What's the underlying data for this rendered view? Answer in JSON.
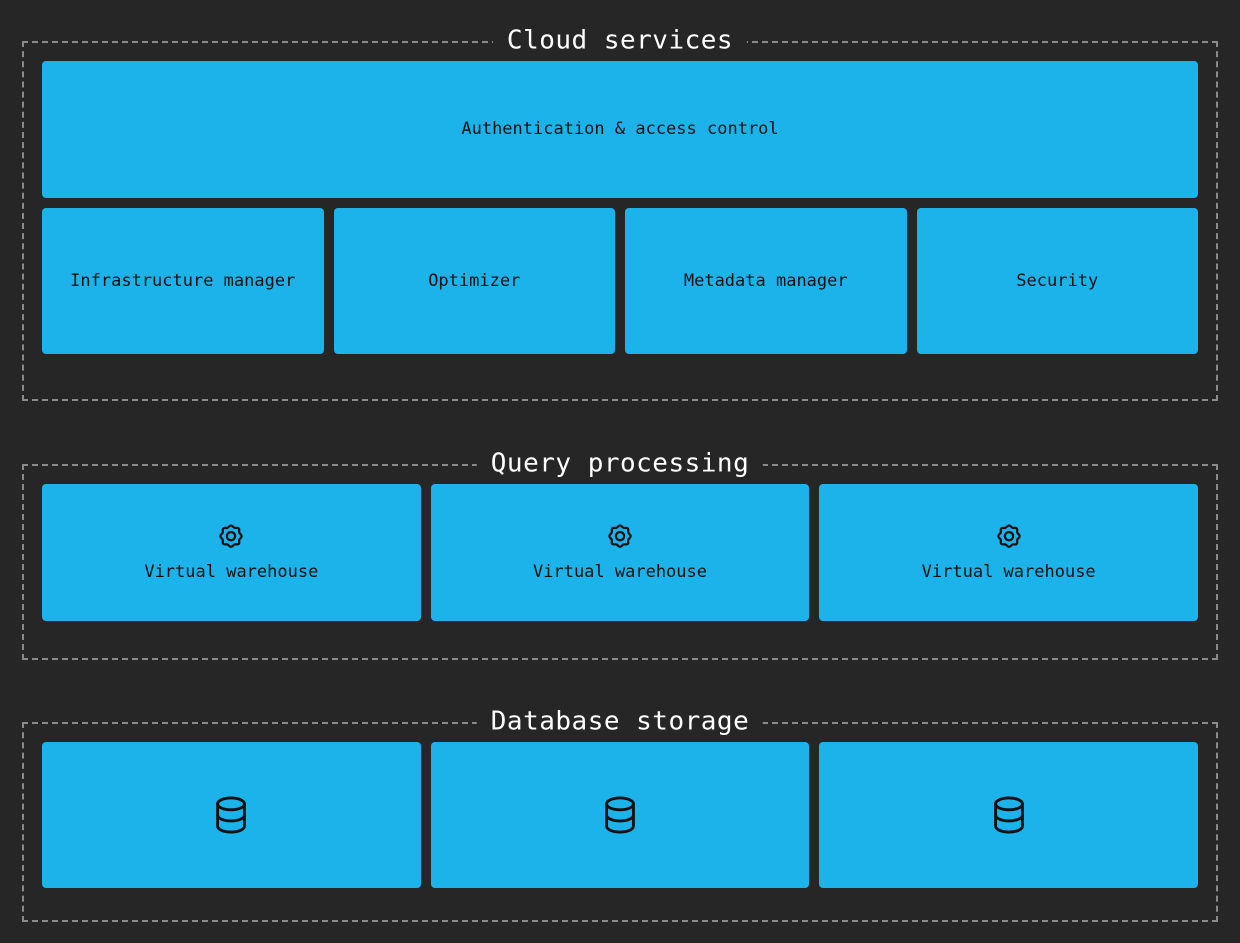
{
  "theme": {
    "background": "#262626",
    "node_fill": "#1CB2EA",
    "node_text": "#111111",
    "border": "#8a8a8a",
    "title_text": "#ffffff"
  },
  "sections": [
    {
      "title": "Cloud services",
      "wide_node": {
        "label": "Authentication & access control"
      },
      "nodes": [
        {
          "label": "Infrastructure manager"
        },
        {
          "label": "Optimizer"
        },
        {
          "label": "Metadata manager"
        },
        {
          "label": "Security"
        }
      ]
    },
    {
      "title": "Query processing",
      "nodes": [
        {
          "label": "Virtual warehouse",
          "icon": "gear-icon"
        },
        {
          "label": "Virtual warehouse",
          "icon": "gear-icon"
        },
        {
          "label": "Virtual warehouse",
          "icon": "gear-icon"
        }
      ]
    },
    {
      "title": "Database storage",
      "nodes": [
        {
          "label": "",
          "icon": "database-icon"
        },
        {
          "label": "",
          "icon": "database-icon"
        },
        {
          "label": "",
          "icon": "database-icon"
        }
      ]
    }
  ]
}
